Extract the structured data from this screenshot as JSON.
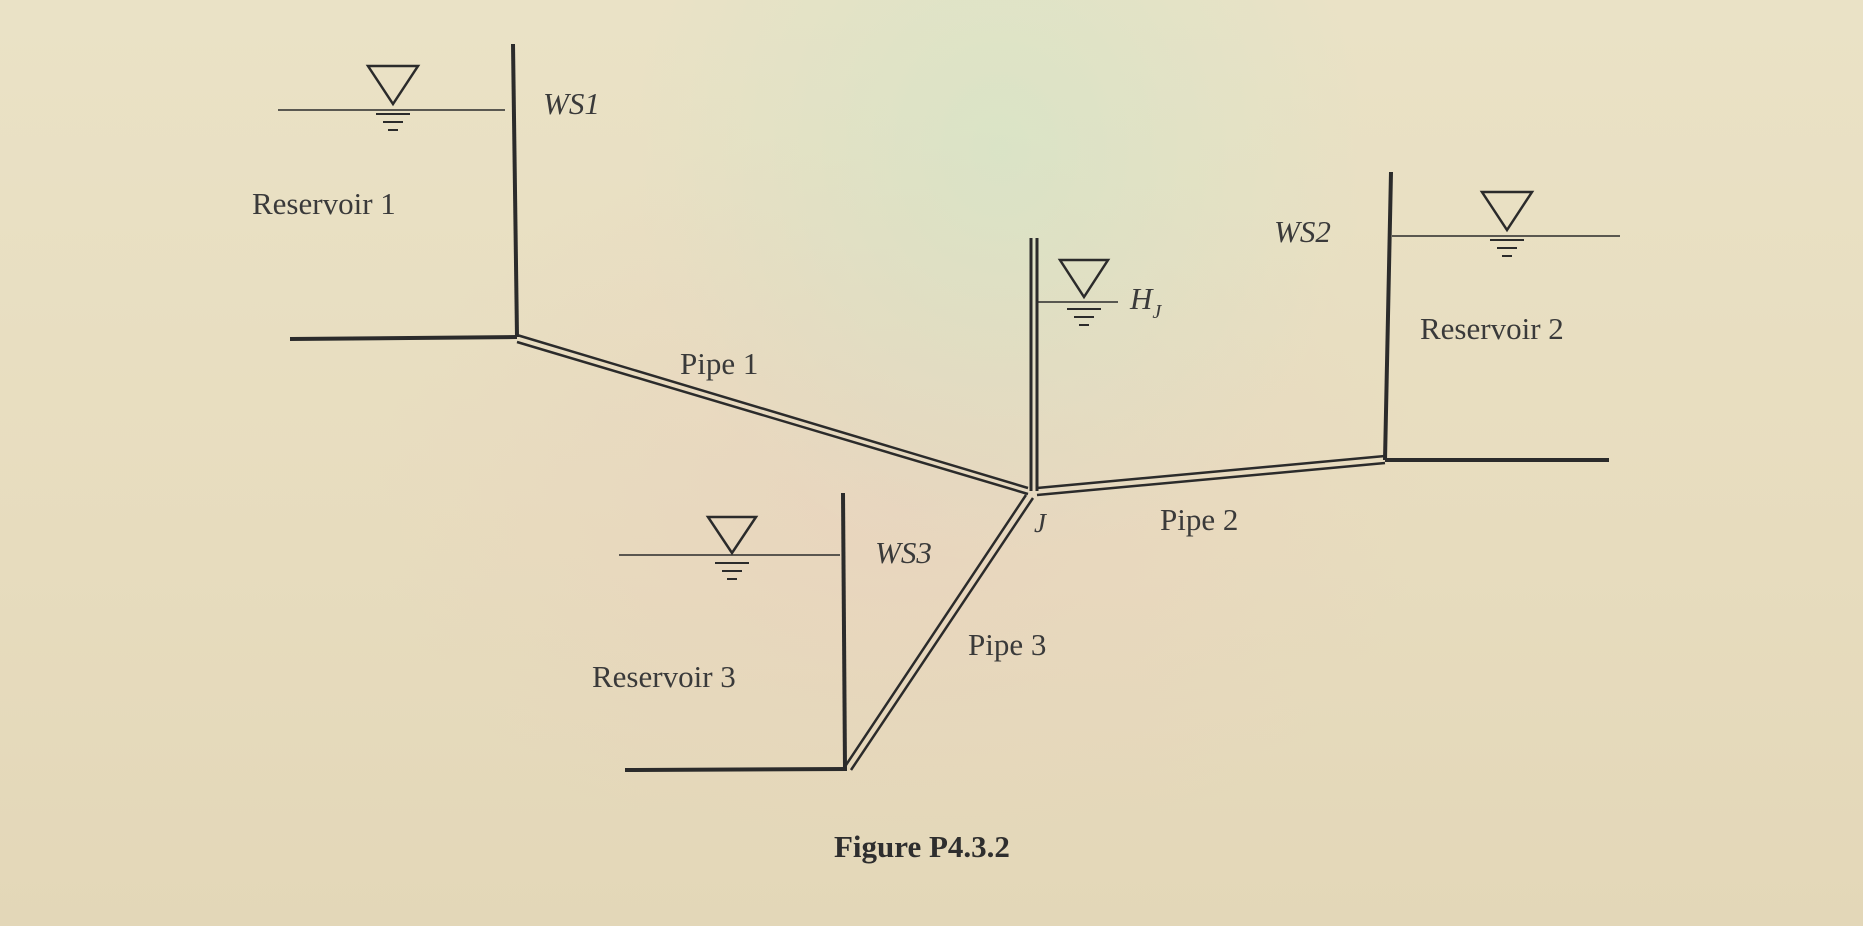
{
  "diagram": {
    "reservoirs": [
      {
        "name": "Reservoir 1",
        "surface_label": "WS1"
      },
      {
        "name": "Reservoir 2",
        "surface_label": "WS2"
      },
      {
        "name": "Reservoir 3",
        "surface_label": "WS3"
      }
    ],
    "pipes": [
      {
        "name": "Pipe 1"
      },
      {
        "name": "Pipe 2"
      },
      {
        "name": "Pipe 3"
      }
    ],
    "junction": {
      "label": "J",
      "head_label": "H",
      "head_subscript": "J"
    },
    "caption": "Figure P4.3.2",
    "colors": {
      "line": "#2b2b2b",
      "text": "#3a3a3a"
    }
  }
}
